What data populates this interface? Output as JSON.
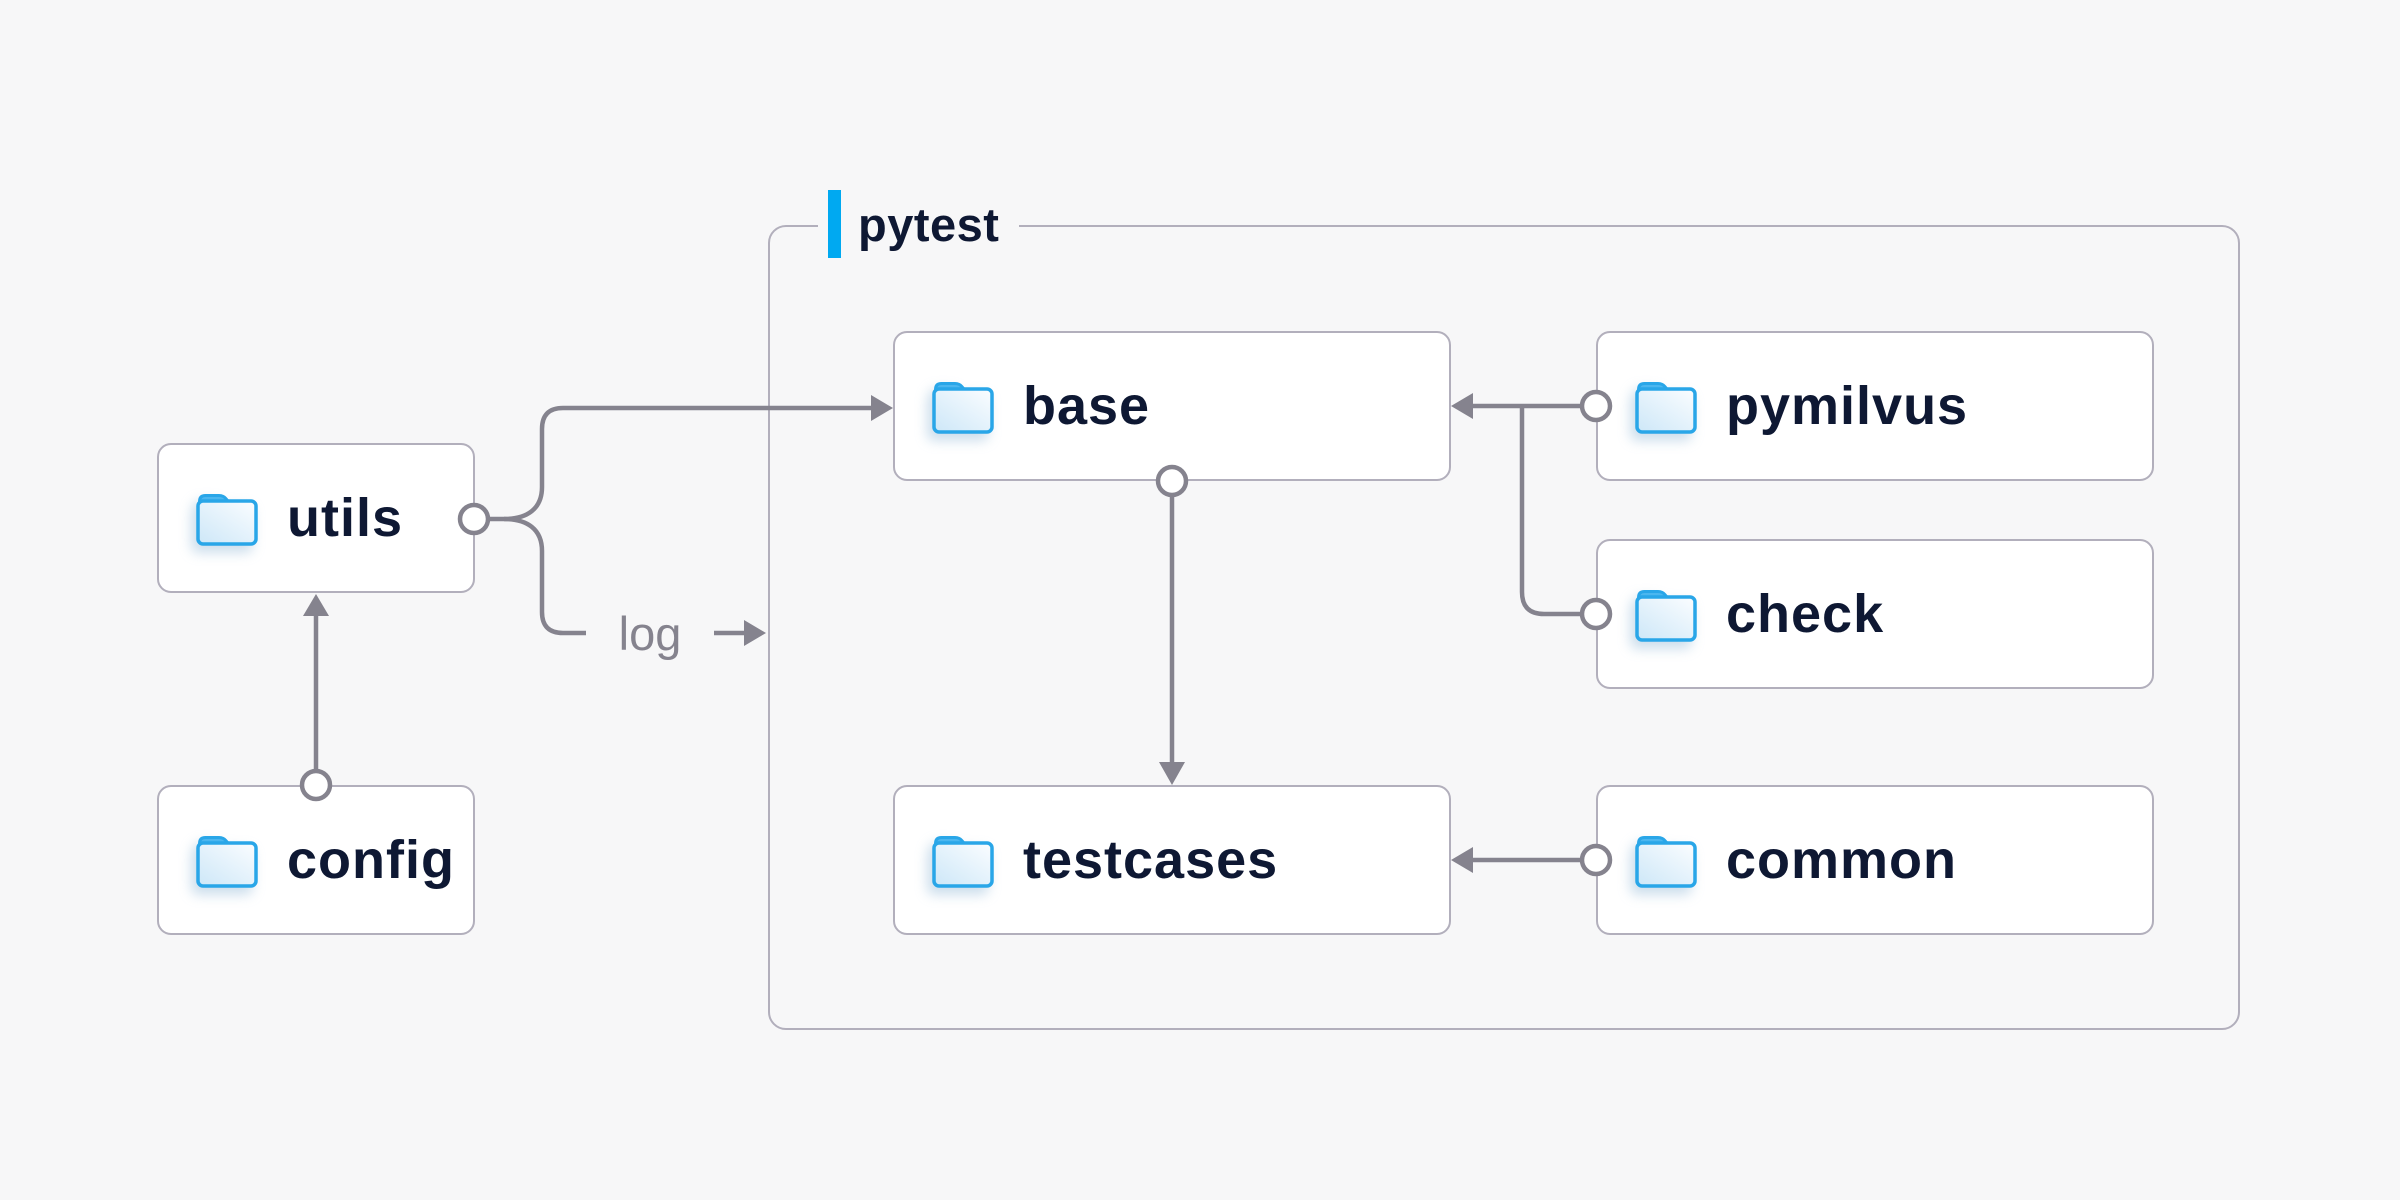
{
  "container": {
    "label": "pytest"
  },
  "nodes": [
    {
      "id": "utils",
      "label": "utils"
    },
    {
      "id": "config",
      "label": "config"
    },
    {
      "id": "base",
      "label": "base"
    },
    {
      "id": "pymilvus",
      "label": "pymilvus"
    },
    {
      "id": "check",
      "label": "check"
    },
    {
      "id": "testcases",
      "label": "testcases"
    },
    {
      "id": "common",
      "label": "common"
    }
  ],
  "edges": [
    {
      "from": "config",
      "to": "utils",
      "label": ""
    },
    {
      "from": "utils",
      "to": "base",
      "label": ""
    },
    {
      "from": "utils",
      "to": "pytest",
      "label": "log"
    },
    {
      "from": "pymilvus",
      "to": "base",
      "label": ""
    },
    {
      "from": "check",
      "to": "base",
      "label": ""
    },
    {
      "from": "base",
      "to": "testcases",
      "label": ""
    },
    {
      "from": "common",
      "to": "testcases",
      "label": ""
    }
  ],
  "colors": {
    "background": "#f7f7f8",
    "box_fill": "#ffffff",
    "box_border": "#b2afbc",
    "line": "#85838e",
    "text": "#0e1833",
    "edge_label_text": "#85838e",
    "accent_bar": "#00a9f1",
    "folder_outline": "#29a6e8",
    "folder_tab": "#4bb6ef",
    "folder_fill_light": "#fbfdff",
    "folder_fill_shade": "#cfe8f8"
  },
  "icons": {
    "node_icon": "folder-icon"
  }
}
